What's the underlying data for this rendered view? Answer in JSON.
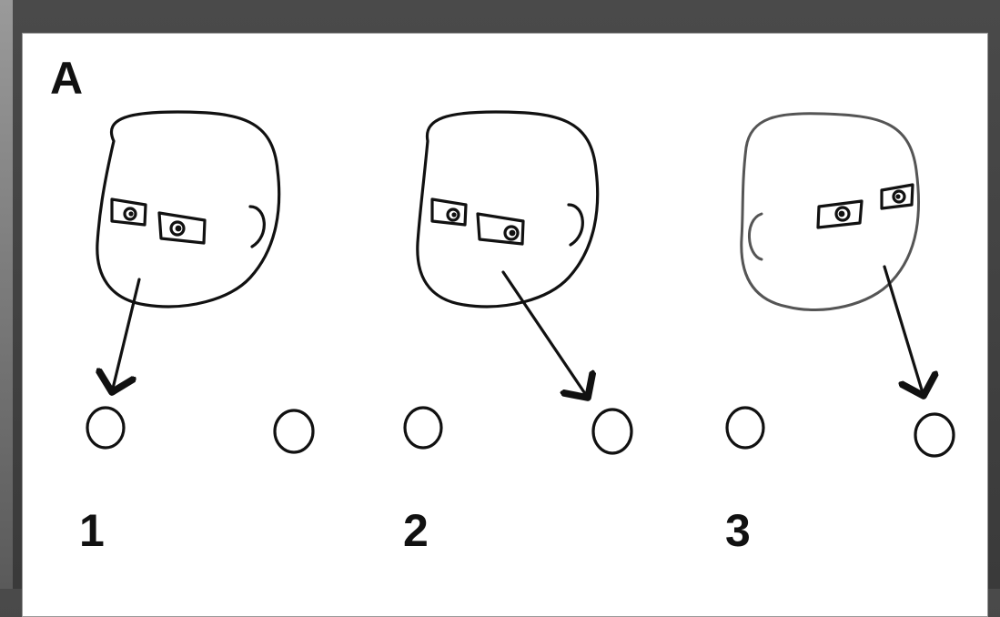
{
  "figure": {
    "panel_label": "A",
    "steps": [
      "1",
      "2",
      "3"
    ]
  },
  "colors": {
    "background": "#3a3a3a",
    "panel": "#ffffff",
    "ink": "#111111"
  }
}
